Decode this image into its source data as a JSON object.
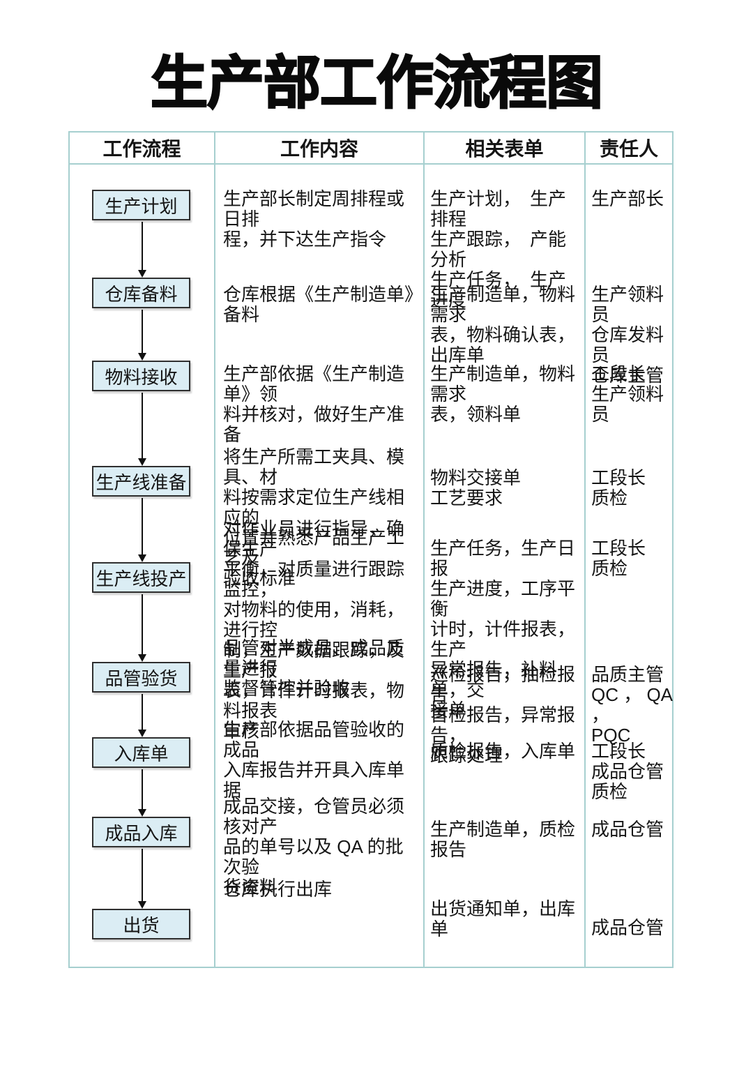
{
  "title": "生产部工作流程图",
  "colors": {
    "table_border": "#a6cfcf",
    "flow_box_fill": "#dbedf4",
    "flow_box_border": "#2f2f2f",
    "text": "#151515"
  },
  "table": {
    "headers": [
      "工作流程",
      "工作内容",
      "相关表单",
      "责任人"
    ],
    "rows": [
      {
        "flow": "生产计划",
        "content": "生产部长制定周排程或日排\n程，并下达生产指令",
        "forms": "生产计划，　生产排程\n生产跟踪，　产能分析\n生产任务，　生产进度",
        "responsible": "生产部长"
      },
      {
        "flow": "仓库备料",
        "content": "仓库根据《生产制造单》备料",
        "forms": "生产制造单，物料需求\n表，物料确认表，\n出库单",
        "responsible": "生产领料员\n仓库发料员\n仓库主管"
      },
      {
        "flow": "物料接收",
        "content": "生产部依据《生产制造单》领\n料并核对，做好生产准备",
        "forms": "生产制造单，物料需求\n表，领料单",
        "responsible": "工段长\n生产领料员"
      },
      {
        "flow": "生产线准备",
        "content": "将生产所需工夹具、模具、材\n料按需求定位生产线相应的\n位置并熟悉产品生产工艺及\n验收标准",
        "forms": "物料交接单\n工艺要求",
        "responsible": "工段长\n质检"
      },
      {
        "flow": "生产线投产",
        "content": "对作业员进行指导，确保生产\n平衡，对质量进行跟踪监控，\n对物料的使用，消耗，进行控\n制，生产数据跟踪，及生产报\n表，计件计时报表，物料报表\n审核",
        "forms": "生产任务，生产日报\n生产进度，工序平衡\n计时，计件报表，生产\n异常报告，补料单，交\n接单",
        "responsible": "工段长\n质检"
      },
      {
        "flow": "品管验货",
        "content": "品管对半成品、成品质量进行\n监督管控并验收",
        "forms": "巡检报告，抽检报告\n首检报告，异常报告，\n跟踪处理",
        "responsible": "品质主管\nQC ，  QA ，\nPQC"
      },
      {
        "flow": "入库单",
        "content": "生产部依据品管验收的成品\n入库报告并开具入库单据",
        "forms": "质检报告，入库单",
        "responsible": "工段长\n成品仓管\n质检"
      },
      {
        "flow": "成品入库",
        "content": "成品交接，仓管员必须核对产\n品的单号以及 QA 的批次验\n货资料",
        "forms": "生产制造单，质检报告",
        "responsible": "成品仓管"
      },
      {
        "flow": "出货",
        "content": "仓库执行出库",
        "forms": "出货通知单，出库单",
        "responsible": "成品仓管"
      }
    ]
  }
}
